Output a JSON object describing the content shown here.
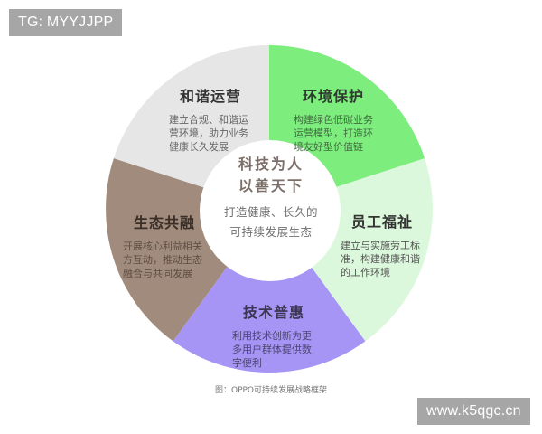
{
  "watermarks": {
    "top_left": "TG: MYYJJPP",
    "bottom_right": "www.k5qgc.cn"
  },
  "center": {
    "title_line1": "科技为人",
    "title_line2": "以善天下",
    "subtitle_line1": "打造健康、长久的",
    "subtitle_line2": "可持续发展生态"
  },
  "segments": [
    {
      "title": "和谐运营",
      "desc": "建立合规、和谐运营环境，助力业务健康长久发展",
      "desc_lines": [
        "建立合规、和谐运",
        "营环境，助力业务",
        "健康长久发展"
      ],
      "color": "#e6e6e6"
    },
    {
      "title": "环境保护",
      "desc": "构建绿色低碳业务运营模型，打造环境友好型价值链",
      "desc_lines": [
        "构建绿色低碳业务",
        "运营模型，打造环",
        "境友好型价值链"
      ],
      "color": "#7ded7d"
    },
    {
      "title": "员工福祉",
      "desc": "建立与实施劳工标准，构建健康和谐的工作环境",
      "desc_lines": [
        "建立与实施劳工标",
        "准，构建健康和谐",
        "的工作环境"
      ],
      "color": "#dcf8dc"
    },
    {
      "title": "技术普惠",
      "desc": "利用技术创新为更多用户群体提供数字便利",
      "desc_lines": [
        "利用技术创新为更",
        "多用户群体提供数",
        "字便利"
      ],
      "color": "#a695f5"
    },
    {
      "title": "生态共融",
      "desc": "开展核心利益相关方互动，推动生态融合与共同发展",
      "desc_lines": [
        "开展核心利益相关",
        "方互动，推动生态",
        "融合与共同发展"
      ],
      "color": "#a08b7c"
    }
  ],
  "caption": "图：OPPO可持续发展战略框架",
  "chart_data": {
    "type": "pie",
    "title": "OPPO可持续发展战略框架",
    "center_label": "科技为人 以善天下 — 打造健康、长久的可持续发展生态",
    "categories": [
      "和谐运营",
      "环境保护",
      "员工福祉",
      "技术普惠",
      "生态共融"
    ],
    "values": [
      20,
      20,
      20,
      20,
      20
    ],
    "colors": [
      "#e6e6e6",
      "#7ded7d",
      "#dcf8dc",
      "#a695f5",
      "#a08b7c"
    ],
    "donut": true
  }
}
